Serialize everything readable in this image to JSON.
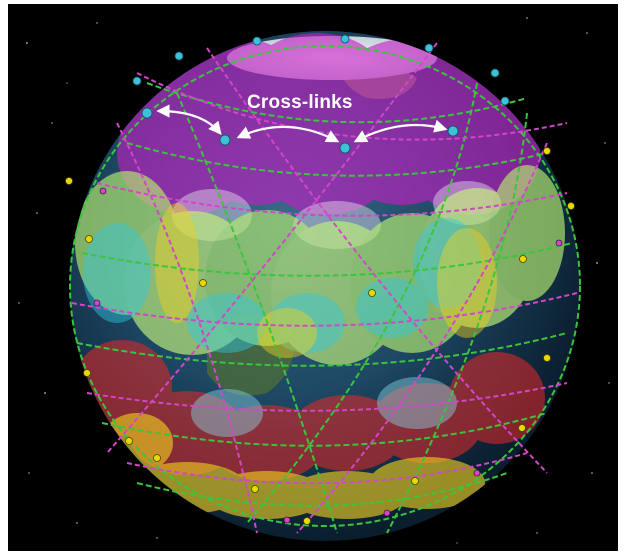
{
  "annotation": {
    "label": "Cross-links"
  },
  "colors": {
    "background": "#000000",
    "outer_border": "#ffffff",
    "orbit_green": "#3cc43c",
    "orbit_magenta": "#d147c8",
    "satellite_cyan": "#3ec0d8",
    "satellite_yellow": "#e8d800",
    "coverage_magenta": "#c41fc4",
    "coverage_green": "#b8f070",
    "coverage_cyan": "#30c8e0",
    "coverage_red": "#e82828",
    "coverage_yellow": "#f0d020",
    "arrow": "#ffffff"
  },
  "icons": [
    "globe-image",
    "satellite-node",
    "double-headed-arrow"
  ]
}
